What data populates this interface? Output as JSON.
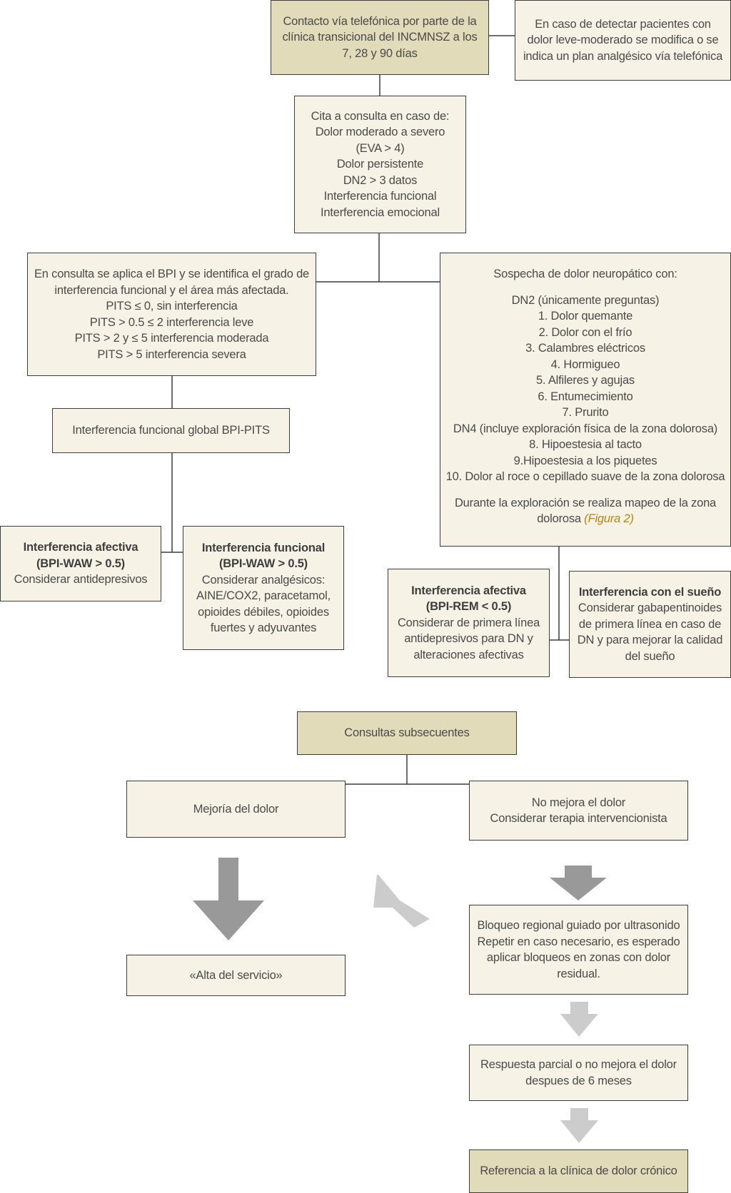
{
  "colors": {
    "box_fill": "#f6f3e6",
    "box_fill_dark": "#e1dbb9",
    "line": "#3d3d3d",
    "arrow_dark": "#999999",
    "arrow_light": "#cccccc",
    "figure_ref": "#b8860b"
  },
  "contact": [
    "Contacto vía telefónica por parte de la",
    "clínica transicional del INCMNSZ a los",
    "7, 28 y 90 días"
  ],
  "mild_pain": [
    "En caso de detectar pacientes con",
    "dolor leve-moderado se modifica o se",
    "indica un plan analgésico vía telefónica"
  ],
  "appointment": [
    "Cita a consulta en caso de:",
    "Dolor moderado a severo",
    "(EVA > 4)",
    "Dolor persistente",
    "DN2 > 3 datos",
    "Interferencia funcional",
    "Interferencia emocional"
  ],
  "bpi": [
    "En consulta se aplica el BPI y se identifica el grado de",
    "interferencia funcional y el área más afectada.",
    "PITS ≤ 0, sin interferencia",
    "PITS > 0.5 ≤ 2 interferencia leve",
    "PITS > 2 y ≤ 5 interferencia moderada",
    "PITS > 5 interferencia severa"
  ],
  "neuro": {
    "intro": "Sospecha de dolor neuropático con:",
    "lines": [
      "DN2 (únicamente preguntas)",
      "1. Dolor quemante",
      "2. Dolor con el frío",
      "3. Calambres eléctricos",
      "4. Hormigueo",
      "5. Alfileres y agujas",
      "6. Entumecimiento",
      "7. Prurito",
      "DN4 (incluye exploración física de la zona dolorosa)",
      "8. Hipoestesia al tacto",
      "9.Hipoestesia a los piquetes",
      "10. Dolor al roce o cepillado suave de la zona dolorosa"
    ],
    "mapping_1": "Durante la exploración se realiza mapeo de la zona",
    "mapping_2": "dolorosa",
    "figure_ref": "(Figura 2)"
  },
  "global": "Interferencia funcional global BPI-PITS",
  "affective_left": {
    "title_1": "Interferencia afectiva",
    "title_2": "(BPI-WAW > 0.5)",
    "body": [
      "Considerar antidepresivos"
    ]
  },
  "functional": {
    "title_1": "Interferencia funcional",
    "title_2": "(BPI-WAW > 0.5)",
    "body": [
      "Considerar analgésicos:",
      "AINE/COX2, paracetamol,",
      "opioides débiles, opioides",
      "fuertes y adyuvantes"
    ]
  },
  "affective_right": {
    "title_1": "Interferencia afectiva",
    "title_2": "(BPI-REM < 0.5)",
    "body": [
      "Considerar de primera línea",
      "antidepresivos para DN y",
      "alteraciones afectivas"
    ]
  },
  "sleep": {
    "title_1": "Interferencia con el sueño",
    "body": [
      "Considerar gabapentinoides",
      "de primera línea en caso de",
      "DN y para mejorar la calidad",
      "del sueño"
    ]
  },
  "subsequent": "Consultas subsecuentes",
  "improvement": "Mejoría del dolor",
  "no_improvement": [
    "No mejora el dolor",
    "Considerar terapia intervencionista"
  ],
  "discharge": "«Alta del servicio»",
  "block": [
    "Bloqueo regional guiado por ultrasonido",
    "Repetir en caso necesario, es esperado",
    "aplicar bloqueos en zonas con dolor",
    "residual."
  ],
  "partial": [
    "Respuesta parcial o no mejora el dolor",
    "despues de 6 meses"
  ],
  "referral": "Referencia a la clínica de dolor crónico"
}
